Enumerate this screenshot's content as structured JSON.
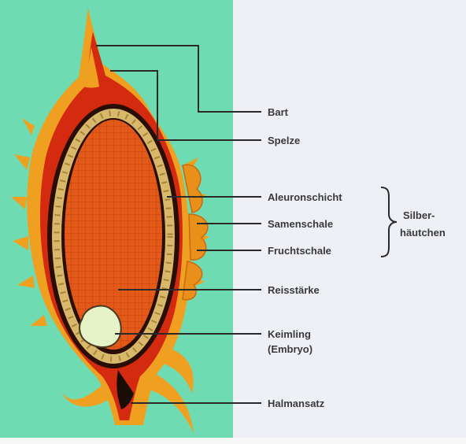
{
  "labels": {
    "bart": "Bart",
    "spelze": "Spelze",
    "aleuronschicht": "Aleuronschicht",
    "samenschale": "Samenschale",
    "fruchtschale": "Fruchtschale",
    "silberhaeutchen_1": "Silber-",
    "silberhaeutchen_2": "häutchen",
    "reisstaerke": "Reisstärke",
    "keimling_1": "Keimling",
    "keimling_2": "(Embryo)",
    "halmansatz": "Halmansatz"
  },
  "colors": {
    "background_left": "#6fdbb3",
    "background_right": "#eef0f6",
    "husk_outer": "#f0a020",
    "husk_red": "#d42a10",
    "endosperm": "#e35a18",
    "aleurone_beads": "#d8b86a",
    "embryo": "#e6f2c8",
    "leader_lines": "#2a2a2a"
  }
}
